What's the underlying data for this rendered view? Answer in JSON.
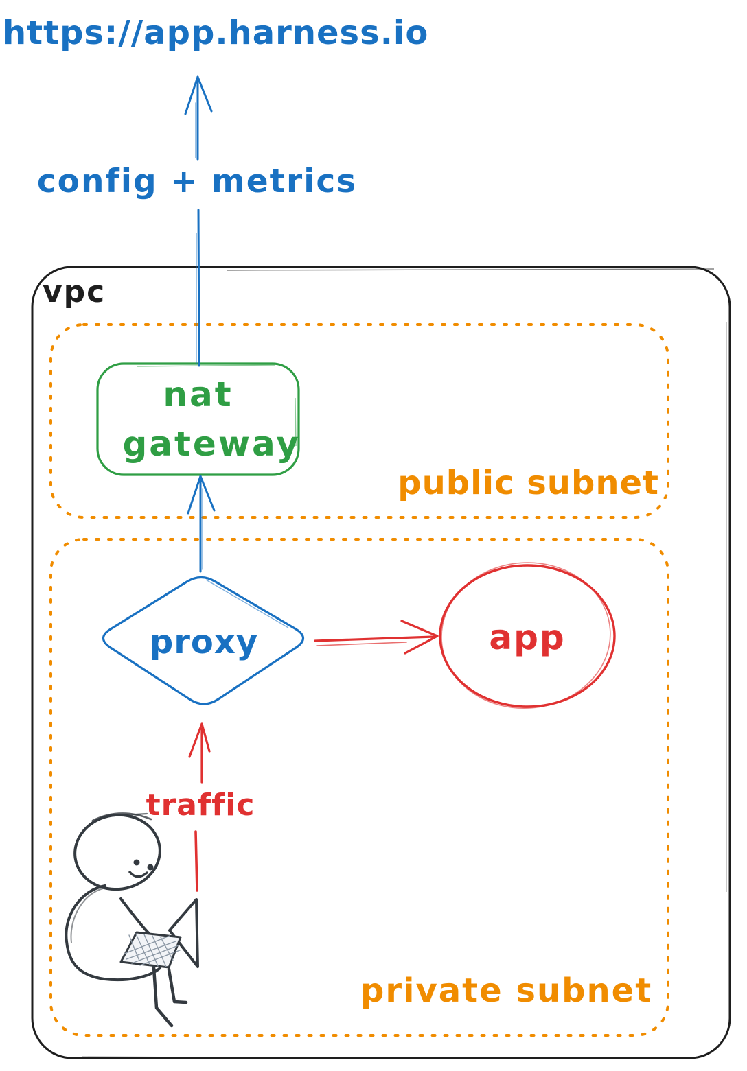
{
  "labels": {
    "url": "https://app.harness.io",
    "config_metrics": "config + metrics",
    "vpc": "vpc",
    "public_subnet": "public subnet",
    "private_subnet": "private subnet",
    "nat_gateway": "nat gateway",
    "proxy": "proxy",
    "app": "app",
    "traffic": "traffic"
  },
  "colors": {
    "blue": "#1971c2",
    "green": "#2f9e44",
    "orange": "#f08c00",
    "red": "#e03131",
    "ink": "#1e1e1e",
    "sketch_figure": "#343a40"
  },
  "diagram": {
    "style": "hand-drawn architecture sketch",
    "containers": [
      {
        "name": "vpc",
        "children": [
          "public subnet",
          "private subnet"
        ]
      },
      {
        "name": "public subnet",
        "children": [
          "nat gateway"
        ]
      },
      {
        "name": "private subnet",
        "children": [
          "proxy",
          "app",
          "user-with-laptop"
        ]
      }
    ],
    "flows": [
      {
        "from": "user-with-laptop",
        "to": "proxy",
        "label": "traffic",
        "color": "#e03131"
      },
      {
        "from": "proxy",
        "to": "app",
        "label": "",
        "color": "#e03131"
      },
      {
        "from": "proxy",
        "to": "nat gateway",
        "label": "",
        "color": "#1971c2"
      },
      {
        "from": "nat gateway",
        "to": "https://app.harness.io",
        "label": "config + metrics",
        "color": "#1971c2"
      }
    ]
  }
}
